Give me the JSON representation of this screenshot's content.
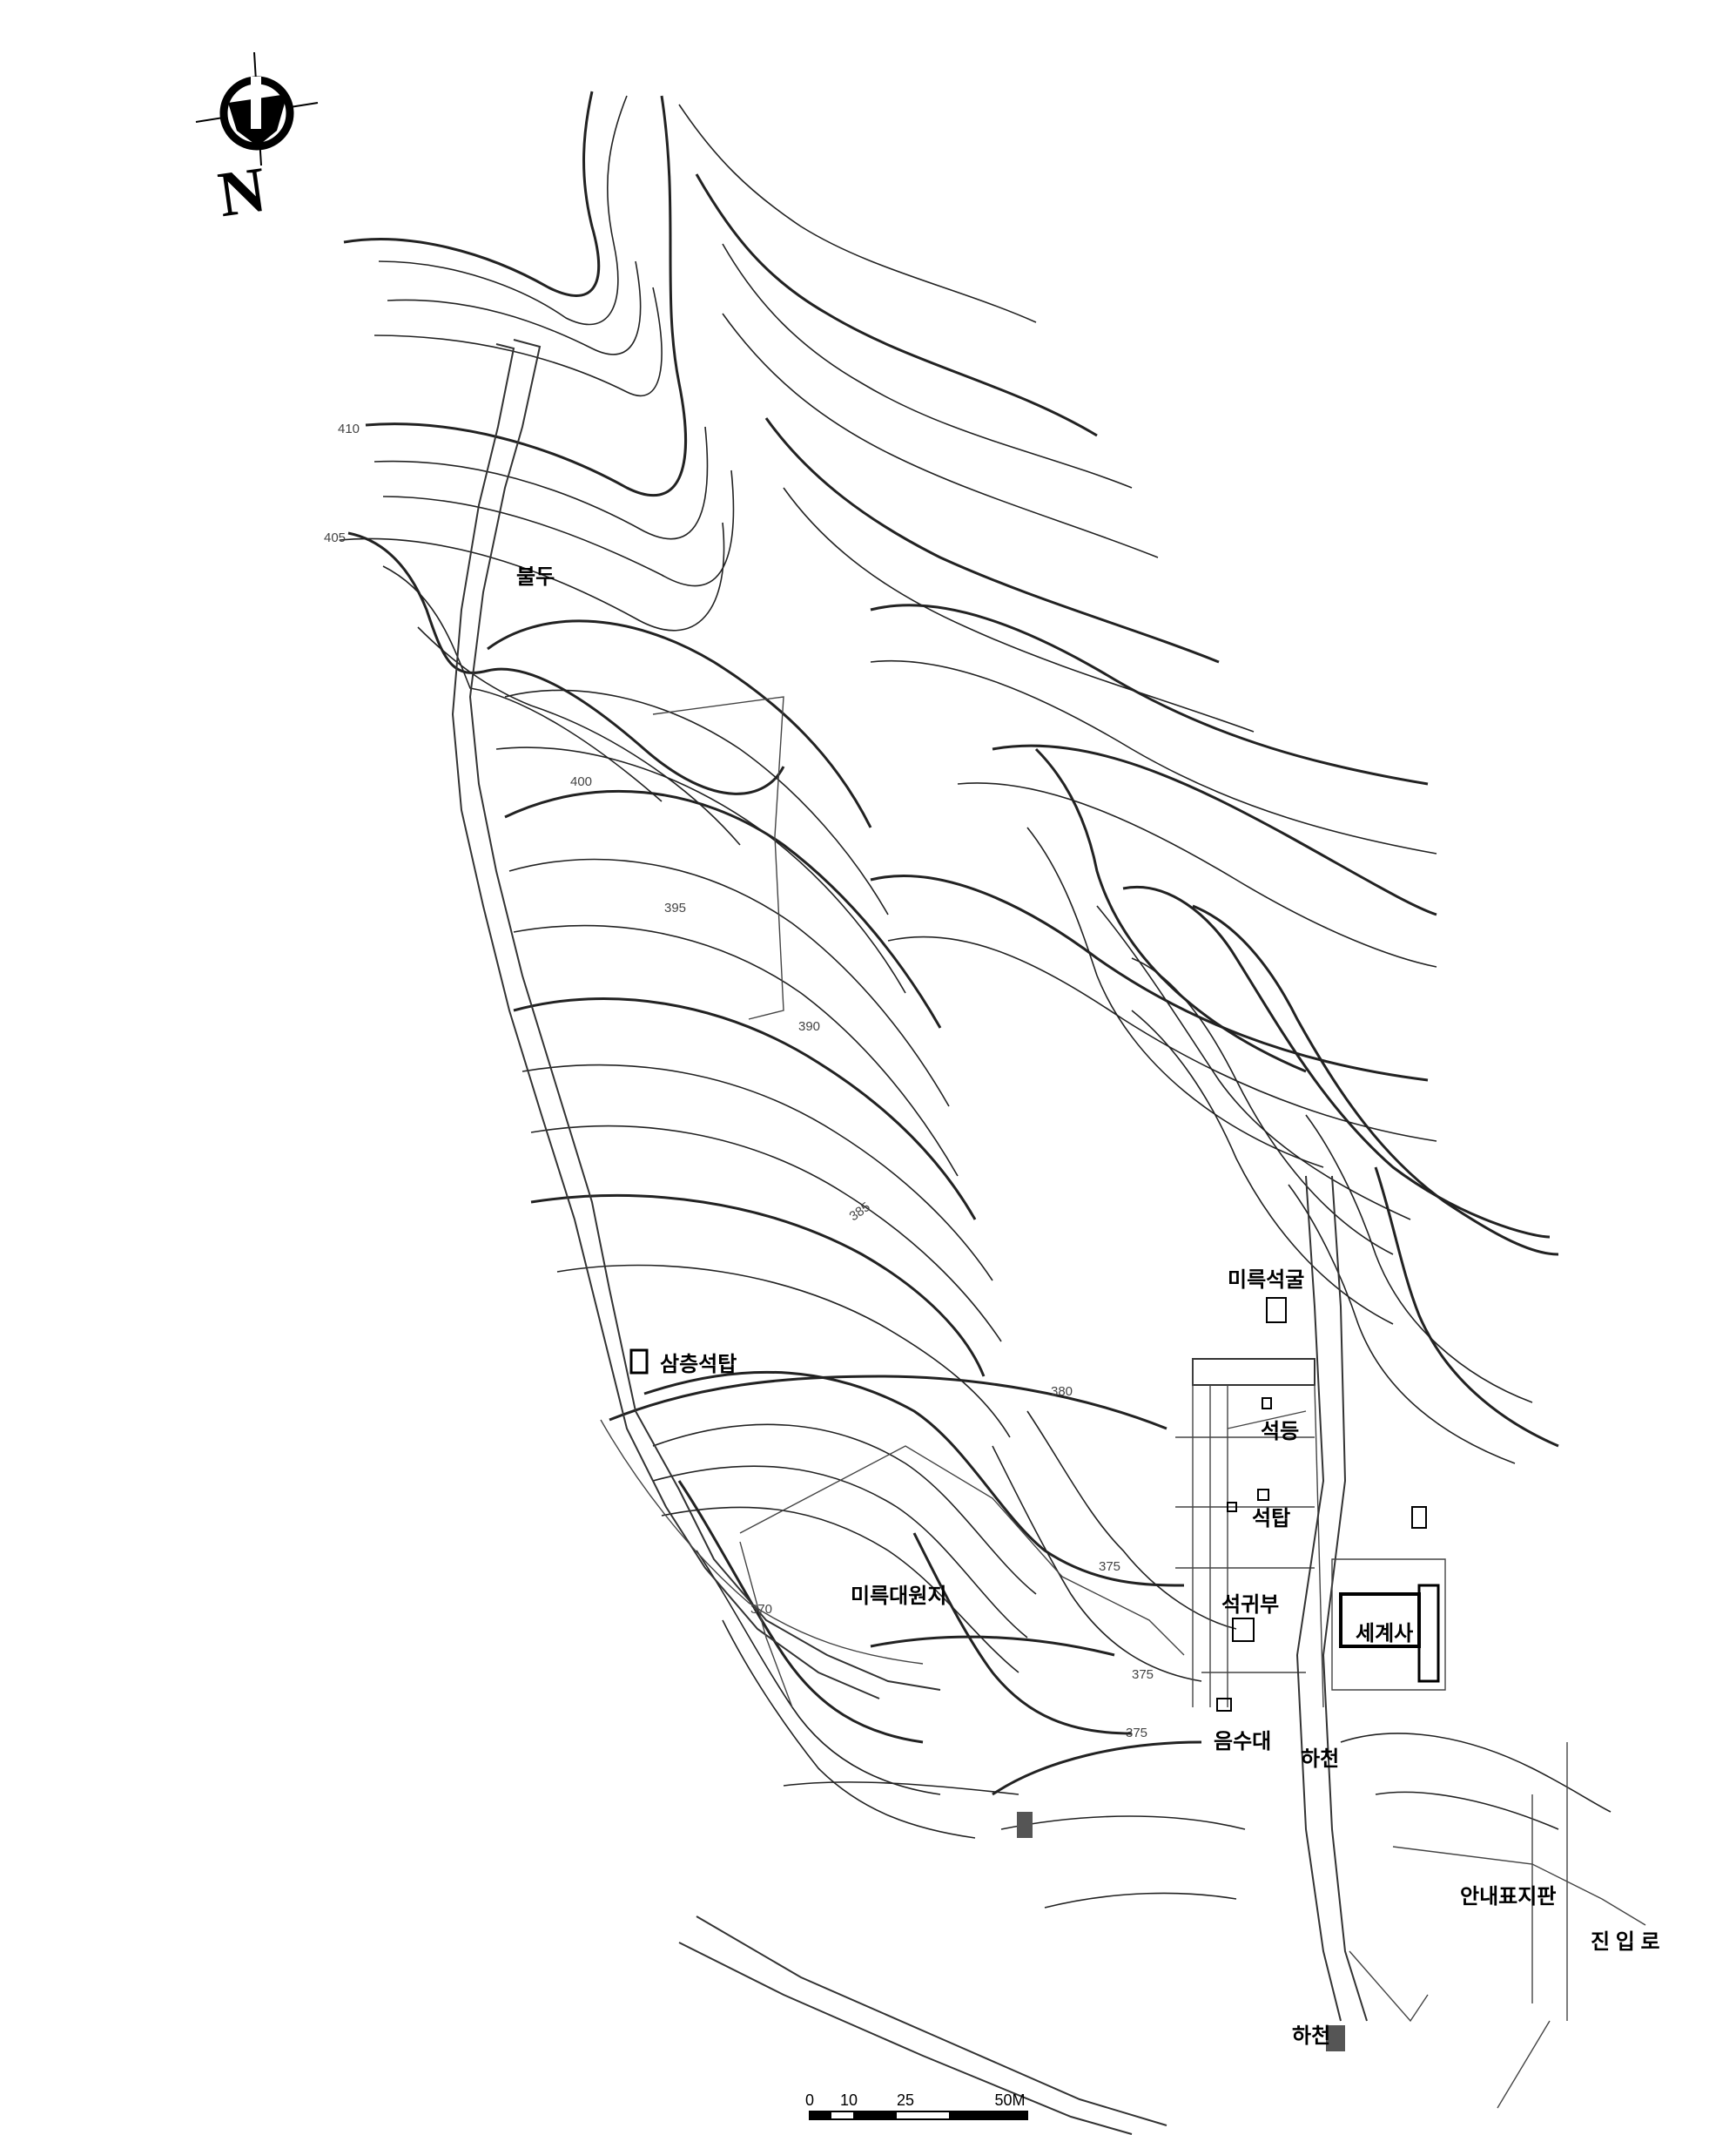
{
  "north_label": "N",
  "contour_labels": {
    "c410": "410",
    "c405": "405",
    "c400": "400",
    "c395": "395",
    "c390": "390",
    "c385": "385",
    "c380": "380",
    "c375a": "375",
    "c375b": "375",
    "c375c": "375",
    "c370": "370"
  },
  "features": {
    "buldu": "불두",
    "mireuk_seokgul": "미륵석굴",
    "samcheung_seoktap": "삼층석탑",
    "seokdeung": "석등",
    "seoktap": "석탑",
    "mireuk_daewonji": "미륵대원지",
    "seokgwibu": "석귀부",
    "segyesa": "세계사",
    "eumsudae": "음수대",
    "hacheon_upper": "하천",
    "annae_pyojipan": "안내표지판",
    "jinip_ro": "진 입 로",
    "hacheon_lower": "하천"
  },
  "scale_bar": {
    "ticks": [
      "0",
      "10",
      "25",
      "50M"
    ]
  }
}
